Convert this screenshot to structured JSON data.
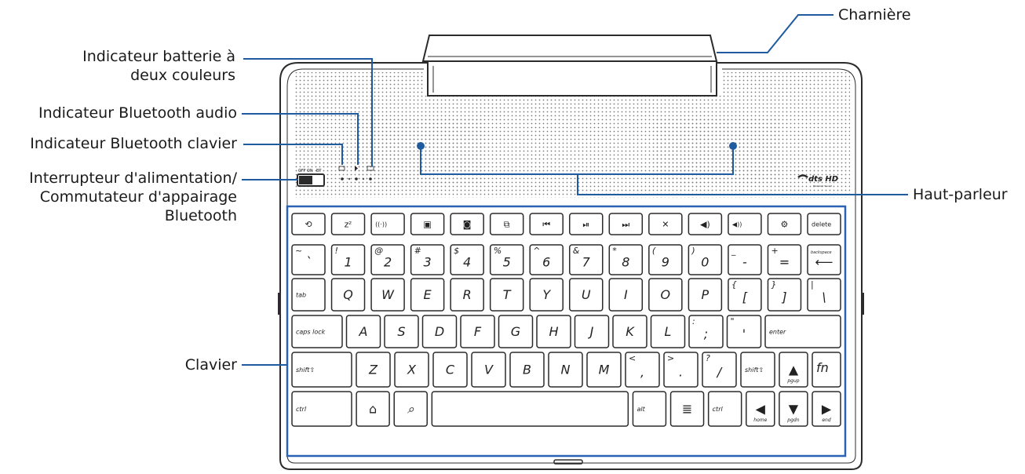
{
  "labels": {
    "battery": [
      "Indicateur batterie à",
      "deux couleurs"
    ],
    "bt_audio": "Indicateur Bluetooth audio",
    "bt_keyboard": "Indicateur Bluetooth clavier",
    "power_switch": [
      "Interrupteur d'alimentation/",
      "Commutateur d'appairage",
      "Bluetooth"
    ],
    "keyboard": "Clavier",
    "hinge": "Charnière",
    "speaker": "Haut-parleur"
  },
  "device": {
    "switch_marks": [
      "OFF",
      "ON",
      "BT"
    ],
    "logo": "dts HD",
    "logo_sub": "Premium Sound"
  },
  "keyboard_rows": [
    [
      {
        "main": "⟲"
      },
      {
        "main": "zᶻ"
      },
      {
        "main": "((·))"
      },
      {
        "main": "▣"
      },
      {
        "main": "◙"
      },
      {
        "main": "⧉"
      },
      {
        "main": "⏮"
      },
      {
        "main": "⏯"
      },
      {
        "main": "⏭"
      },
      {
        "main": "✕"
      },
      {
        "main": "◀)"
      },
      {
        "main": "◀))"
      },
      {
        "main": "⚙"
      },
      {
        "main": "delete"
      }
    ],
    [
      {
        "main": "`",
        "top": "~"
      },
      {
        "main": "1",
        "top": "!"
      },
      {
        "main": "2",
        "top": "@"
      },
      {
        "main": "3",
        "top": "#"
      },
      {
        "main": "4",
        "top": "$"
      },
      {
        "main": "5",
        "top": "%"
      },
      {
        "main": "6",
        "top": "^"
      },
      {
        "main": "7",
        "top": "&"
      },
      {
        "main": "8",
        "top": "*"
      },
      {
        "main": "9",
        "top": "("
      },
      {
        "main": "0",
        "top": ")"
      },
      {
        "main": "-",
        "top": "_"
      },
      {
        "main": "=",
        "top": "+"
      },
      {
        "main": "⟵",
        "top": "backspace"
      }
    ],
    [
      {
        "main": "tab"
      },
      {
        "main": "Q"
      },
      {
        "main": "W"
      },
      {
        "main": "E"
      },
      {
        "main": "R"
      },
      {
        "main": "T"
      },
      {
        "main": "Y"
      },
      {
        "main": "U"
      },
      {
        "main": "I"
      },
      {
        "main": "O"
      },
      {
        "main": "P"
      },
      {
        "main": "[",
        "top": "{"
      },
      {
        "main": "]",
        "top": "}"
      },
      {
        "main": "\\",
        "top": "|"
      }
    ],
    [
      {
        "main": "caps lock"
      },
      {
        "main": "A"
      },
      {
        "main": "S"
      },
      {
        "main": "D"
      },
      {
        "main": "F"
      },
      {
        "main": "G"
      },
      {
        "main": "H"
      },
      {
        "main": "J"
      },
      {
        "main": "K"
      },
      {
        "main": "L"
      },
      {
        "main": ";",
        "top": ":"
      },
      {
        "main": "'",
        "top": "\""
      },
      {
        "main": "enter"
      }
    ],
    [
      {
        "main": "shift⇧"
      },
      {
        "main": "Z"
      },
      {
        "main": "X"
      },
      {
        "main": "C"
      },
      {
        "main": "V"
      },
      {
        "main": "B"
      },
      {
        "main": "N"
      },
      {
        "main": "M"
      },
      {
        "main": ",",
        "top": "<"
      },
      {
        "main": ".",
        "top": ">"
      },
      {
        "main": "/",
        "top": "?"
      },
      {
        "main": "shift⇧"
      },
      {
        "main": "▲",
        "sub": "pgup"
      },
      {
        "main": "fn"
      }
    ],
    [
      {
        "main": "ctrl"
      },
      {
        "main": "⌂"
      },
      {
        "main": "⌕"
      },
      {
        "main": ""
      },
      {
        "main": "alt"
      },
      {
        "main": "≣"
      },
      {
        "main": "ctrl"
      },
      {
        "main": "◀",
        "sub": "home"
      },
      {
        "main": "▼",
        "sub": "pgdn"
      },
      {
        "main": "▶",
        "sub": "end"
      }
    ]
  ],
  "colors": {
    "callout_line": "#1f5b9e",
    "outline": "#2b2b2b",
    "highlight": "#2a62b5"
  }
}
